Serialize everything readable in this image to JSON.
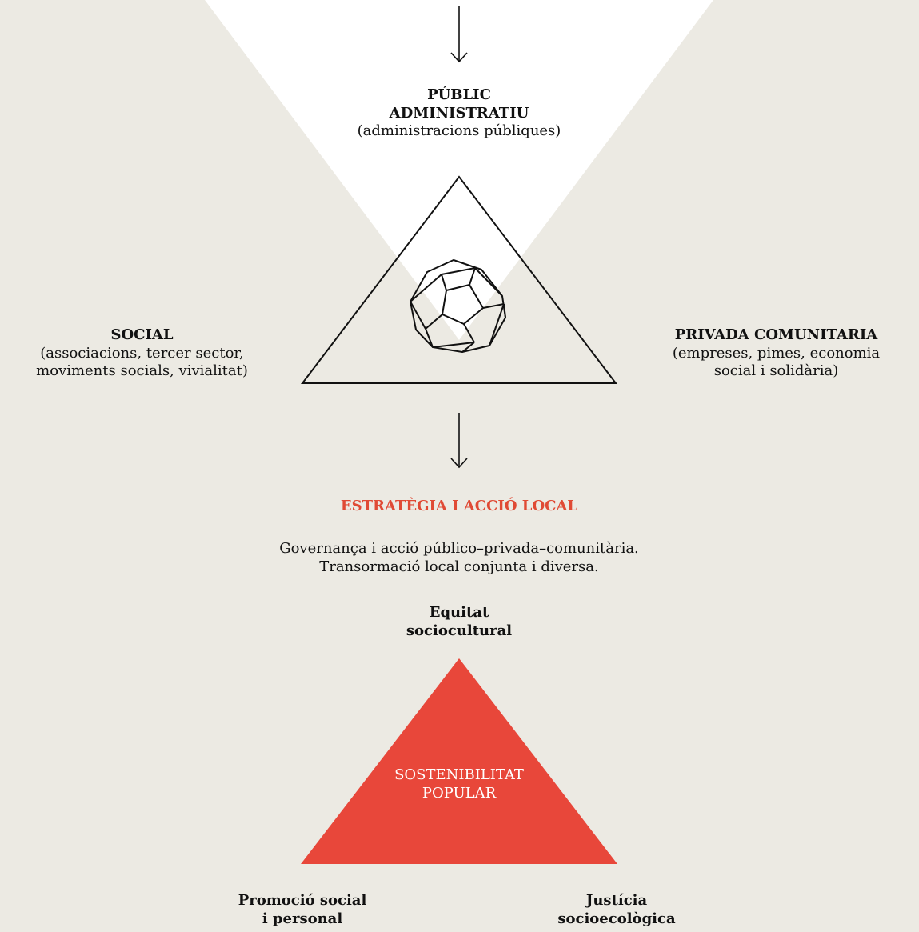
{
  "colors": {
    "background": "#eceae3",
    "light_cone": "#ffffff",
    "accent": "#e8473a",
    "ink": "#111111"
  },
  "top_triangle": {
    "top": {
      "title": "PÚBLIC\nADMINISTRATIU",
      "detail": "(administracions públiques)"
    },
    "left": {
      "title": "SOCIAL",
      "detail": "(associacions, tercer sector,\nmoviments socials, vivialitat)"
    },
    "right": {
      "title": "PRIVADA COMUNITARIA",
      "detail": "(empreses, pimes, economia\nsocial i solidària)"
    },
    "center_icon": "dodecahedron-icon"
  },
  "strategy": {
    "title": "ESTRATÈGIA I ACCIÓ LOCAL",
    "description": "Governança i acció públic​o–privada–comunitària.\nTransormació local conjunta i diversa."
  },
  "bottom_triangle": {
    "center": "SOSTENIBILITAT\nPOPULAR",
    "top": "Equitat\nsociocultural",
    "bottom_left": "Promoció social\ni personal",
    "bottom_right": "Justícia\nsocioecològica"
  }
}
